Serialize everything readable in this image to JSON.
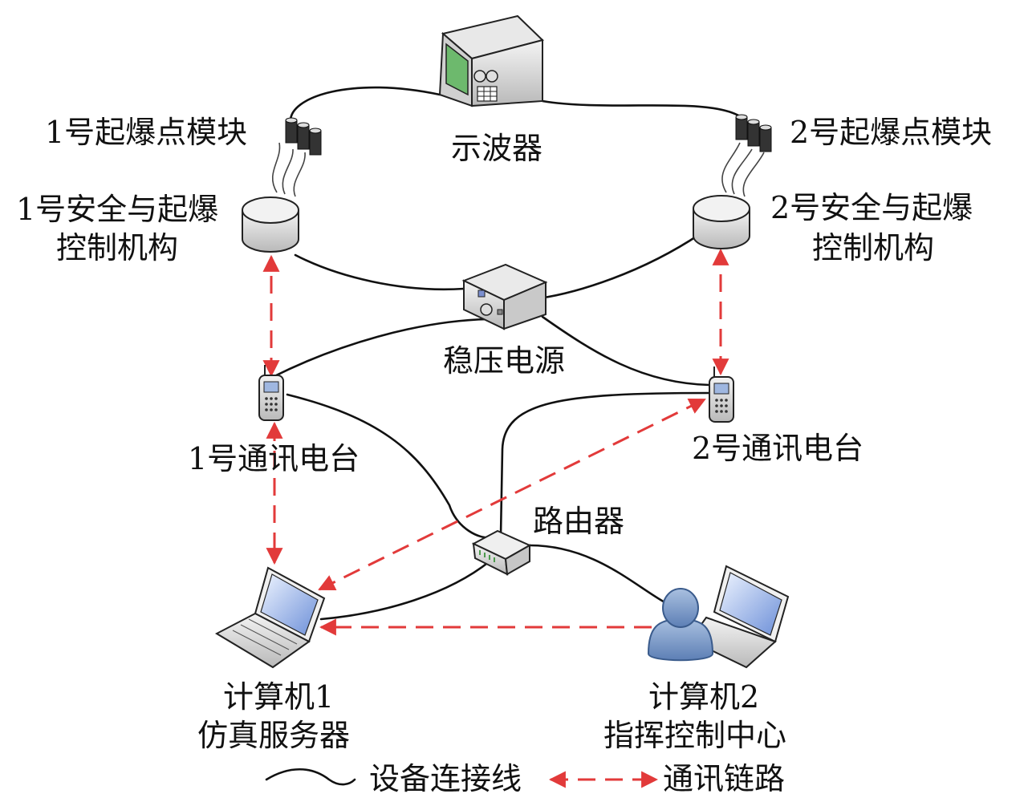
{
  "labels": {
    "oscilloscope": "示波器",
    "module1": "1号起爆点模块",
    "module2": "2号起爆点模块",
    "safety1_line1": "1号安全与起爆",
    "safety1_line2": "控制机构",
    "safety2_line1": "2号安全与起爆",
    "safety2_line2": "控制机构",
    "power": "稳压电源",
    "radio1": "1号通讯电台",
    "radio2": "2号通讯电台",
    "router": "路由器",
    "computer1_line1": "计算机1",
    "computer1_line2": "仿真服务器",
    "computer2_line1": "计算机2",
    "computer2_line2": "指挥控制中心"
  },
  "legend": {
    "device_link": "设备连接线",
    "comm_link": "通讯链路"
  },
  "colors": {
    "device_link": "#111111",
    "comm_link": "#e23a3a",
    "person": "#7e9fcb"
  }
}
